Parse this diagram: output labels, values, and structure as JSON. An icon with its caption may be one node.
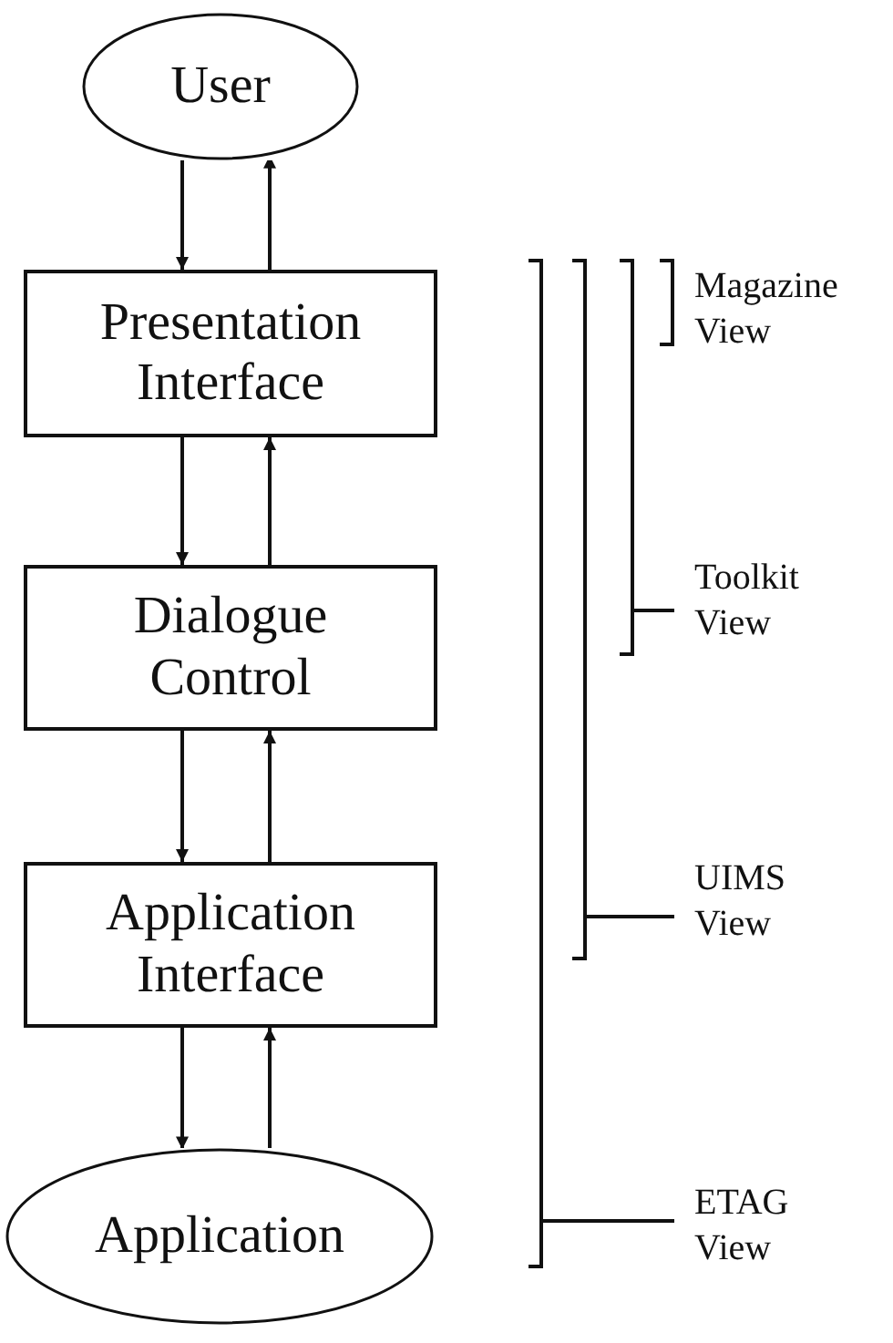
{
  "diagram": {
    "nodes": [
      {
        "text": [
          "User"
        ]
      },
      {
        "text": [
          "Presentation Interface"
        ]
      },
      {
        "text": [
          "Dialogue Control"
        ]
      },
      {
        "text": [
          "Application Interface"
        ]
      },
      {
        "text": [
          "Application"
        ]
      }
    ],
    "edges": [
      {
        "from": 0,
        "to": 1,
        "arrow": "to"
      },
      {
        "from": 1,
        "to": 0,
        "arrow": "to"
      },
      {
        "from": 1,
        "to": 2,
        "arrow": "to"
      },
      {
        "from": 2,
        "to": 1,
        "arrow": "to"
      },
      {
        "from": 2,
        "to": 3,
        "arrow": "to"
      },
      {
        "from": 3,
        "to": 2,
        "arrow": "to"
      },
      {
        "from": 3,
        "to": 4,
        "arrow": "to"
      },
      {
        "from": 4,
        "to": 3,
        "arrow": "to"
      }
    ],
    "labels": [
      "Magazine View",
      "Toolkit View",
      "UIMS View",
      "ETAG View"
    ]
  }
}
